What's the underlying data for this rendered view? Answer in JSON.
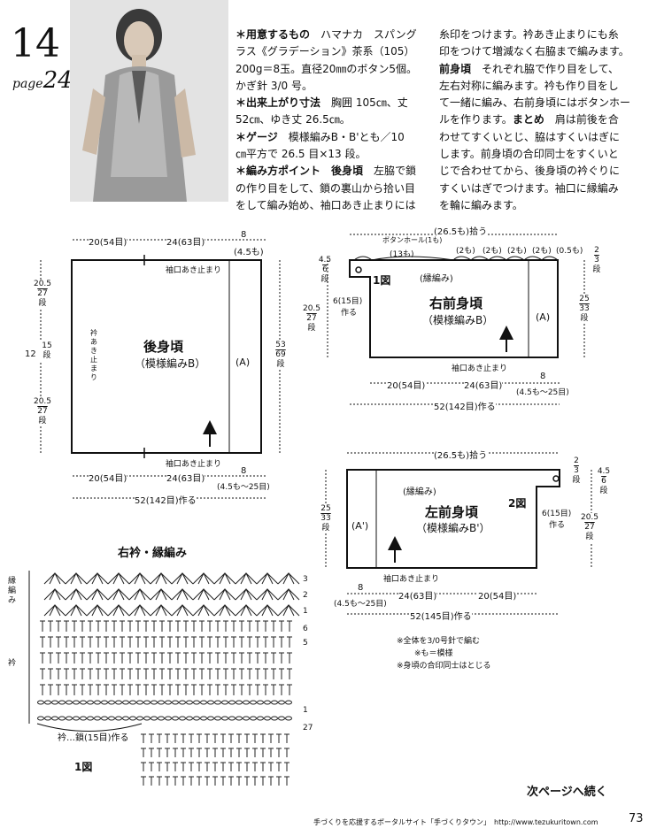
{
  "header": {
    "pattern_number": "14",
    "page_ref_label": "page",
    "page_ref_number": "24"
  },
  "instructions": {
    "col1": [
      {
        "b": "＊用意するもの",
        "t": "　ハマナカ　スパング"
      },
      {
        "t": "ラス《グラデーション》茶系（105）"
      },
      {
        "t": "200g＝8玉。直径20㎜のボタン5個。"
      },
      {
        "t": "かぎ針 3/0 号。"
      },
      {
        "b": "＊出来上がり寸法",
        "t": "　胸囲 105㎝、丈"
      },
      {
        "t": "52㎝、ゆき丈 26.5㎝。"
      },
      {
        "b": "＊ゲージ",
        "t": "　模様編みB・B'とも／10"
      },
      {
        "t": "㎝平方で 26.5 目×13 段。"
      },
      {
        "b": "＊編み方ポイント　後身頃",
        "t": "　左脇で鎖"
      },
      {
        "t": "の作り目をして、鎖の裏山から拾い目"
      },
      {
        "t": "をして編み始め、袖口あき止まりには"
      }
    ],
    "col2": [
      {
        "t": "糸印をつけます。衿あき止まりにも糸"
      },
      {
        "t": "印をつけて増減なく右脇まで編みます。"
      },
      {
        "b": "前身頃",
        "t": "　それぞれ脇で作り目をして、"
      },
      {
        "t": "左右対称に編みます。衿も作り目をし"
      },
      {
        "t": "て一緒に編み、右前身頃にはボタンホー"
      },
      {
        "t": "ルを作ります。",
        "b2": "まとめ",
        "t2": "　肩は前後を合"
      },
      {
        "t": "わせてすくいとじ、脇はすくいはぎに"
      },
      {
        "t": "します。前身頃の合印同士をすくいと"
      },
      {
        "t": "じで合わせてから、後身頃の衿ぐりに"
      },
      {
        "t": "すくいはぎでつけます。袖口に縁編み"
      },
      {
        "t": "を輪に編みます。"
      }
    ]
  },
  "back": {
    "title": "後身頃",
    "subtitle": "（模様編みB）",
    "marker": "(A)",
    "top_left": "20(54目)",
    "top_mid": "24(63目)",
    "top_right": "8",
    "top_right2": "(4.5も)",
    "top_note": "袖口あき止まり",
    "bottom_note": "袖口あき止まり",
    "bot_left": "20(54目)",
    "bot_mid": "24(63目)",
    "bot_right": "8",
    "bot_right2": "(4.5も～25目)",
    "total": "52(142目)作る",
    "left_1a": "20.5",
    "left_1b": "27",
    "left_1c": "段",
    "left_2a": "12",
    "left_2b": "15",
    "left_2c": "段",
    "left_3a": "20.5",
    "left_3b": "27",
    "left_3c": "段",
    "neck_note": "衿あき止まり",
    "right_a": "53",
    "right_b": "69",
    "right_c": "段"
  },
  "right_front": {
    "title": "右前身頃",
    "subtitle": "（模様編みB）",
    "marker": "(A)",
    "fig": "1図",
    "pickup": "(26.5も)拾う",
    "buttonhole": "ボタンホール(1も)",
    "bh_13": "(13も)",
    "bh_2a": "(2も)",
    "bh_2b": "(2も)",
    "bh_2c": "(2も)",
    "bh_2d": "(2も)",
    "bh_05": "(0.5も)",
    "edge": "(縁編み)",
    "left_45": "4.5",
    "left_6": "6",
    "left_dan": "段",
    "left_6_15": "6(15目)",
    "left_make": "作る",
    "left_205": "20.5",
    "left_27": "27",
    "left_dan2": "段",
    "right_2": "2",
    "right_3": "3",
    "right_dan": "段",
    "right_25": "25",
    "right_33": "33",
    "right_dan2": "段",
    "note": "袖口あき止まり",
    "bot_left": "20(54目)",
    "bot_mid": "24(63目)",
    "bot_right": "8",
    "bot_right2": "(4.5も～25目)",
    "total": "52(142目)作る"
  },
  "left_front": {
    "title": "左前身頃",
    "subtitle": "（模様編みB'）",
    "marker": "(A')",
    "fig": "2図",
    "pickup": "(26.5も)拾う",
    "edge": "(縁編み)",
    "right_2": "2",
    "right_3": "3",
    "right_dan": "段",
    "right_45": "4.5",
    "right_6": "6",
    "right_dan2": "段",
    "right_6_15": "6(15目)",
    "right_make": "作る",
    "right_205": "20.5",
    "right_27": "27",
    "right_dan3": "段",
    "left_25": "25",
    "left_33": "33",
    "left_dan": "段",
    "note": "袖口あき止まり",
    "bot_left": "8",
    "bot_left2": "(4.5も～25目)",
    "bot_mid": "24(63目)",
    "bot_right": "20(54目)",
    "total": "52(145目)作る"
  },
  "notes": [
    "※全体を3/0号針で編む",
    "※も＝模様",
    "※身頃の合印同士はとじる"
  ],
  "collar": {
    "title": "右衿・縁編み",
    "side_edge": "縁編み",
    "side_collar": "衿",
    "rows": [
      "3",
      "2",
      "1",
      "6",
      "5",
      "1",
      "27"
    ],
    "chain": "衿…鎖(15目)作る",
    "fig": "1図"
  },
  "footer": {
    "continue": "次ページへ続く",
    "portal": "手づくりを応援するポータルサイト「手づくりタウン」　http://www.tezukuritown.com",
    "page": "73"
  }
}
